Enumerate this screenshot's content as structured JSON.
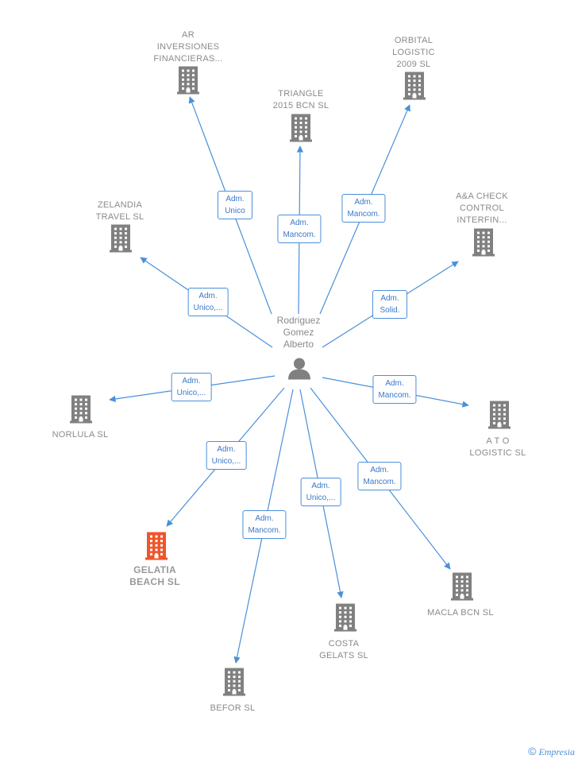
{
  "center": {
    "label": "Rodriguez\nGomez\nAlberto",
    "icon": "person-icon"
  },
  "colors": {
    "edge": "#4a90d9",
    "building": "#808080",
    "building_highlight": "#f0552a"
  },
  "nodes": [
    {
      "id": "ar",
      "label": "AR\nINVERSIONES\nFINANCIERAS...",
      "role": "Adm.\nUnico",
      "highlight": false
    },
    {
      "id": "triangle",
      "label": "TRIANGLE\n2015 BCN  SL",
      "role": "Adm.\nMancom.",
      "highlight": false
    },
    {
      "id": "orbital",
      "label": "ORBITAL\nLOGISTIC\n2009 SL",
      "role": "Adm.\nMancom.",
      "highlight": false
    },
    {
      "id": "zelandia",
      "label": "ZELANDIA\nTRAVEL  SL",
      "role": "Adm.\nUnico,...",
      "highlight": false
    },
    {
      "id": "aacheck",
      "label": "A&A CHECK\nCONTROL\nINTERFIN...",
      "role": "Adm.\nSolid.",
      "highlight": false
    },
    {
      "id": "norlula",
      "label": "NORLULA  SL",
      "role": "Adm.\nUnico,...",
      "highlight": false
    },
    {
      "id": "ato",
      "label": "A T O\nLOGISTIC  SL",
      "role": "Adm.\nMancom.",
      "highlight": false
    },
    {
      "id": "gelatia",
      "label": "GELATIA\nBEACH  SL",
      "role": "Adm.\nUnico,...",
      "highlight": true
    },
    {
      "id": "macla",
      "label": "MACLA BCN SL",
      "role": "Adm.\nMancom.",
      "highlight": false
    },
    {
      "id": "costa",
      "label": "COSTA\nGELATS  SL",
      "role": "Adm.\nUnico,...",
      "highlight": false
    },
    {
      "id": "befor",
      "label": "BEFOR SL",
      "role": "Adm.\nMancom.",
      "highlight": false
    }
  ],
  "footer": {
    "copyright": "©",
    "brand": "Empresia"
  }
}
